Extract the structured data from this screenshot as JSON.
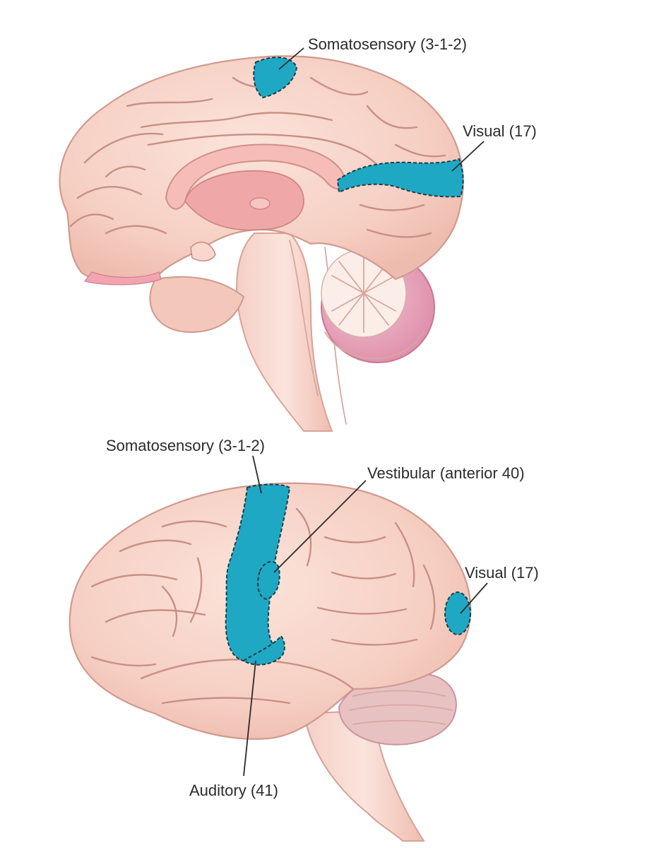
{
  "top_view": {
    "labels": {
      "somatosensory": "Somatosensory (3-1-2)",
      "visual": "Visual (17)"
    }
  },
  "lateral_view": {
    "labels": {
      "somatosensory": "Somatosensory (3-1-2)",
      "vestibular": "Vestibular (anterior 40)",
      "visual": "Visual (17)",
      "auditory": "Auditory (41)"
    }
  },
  "colors": {
    "highlight": "#1fa8c4",
    "cortex": "#f7d3c8",
    "midline": "#f0a9a8",
    "cerebellum": "#e59ab3"
  }
}
